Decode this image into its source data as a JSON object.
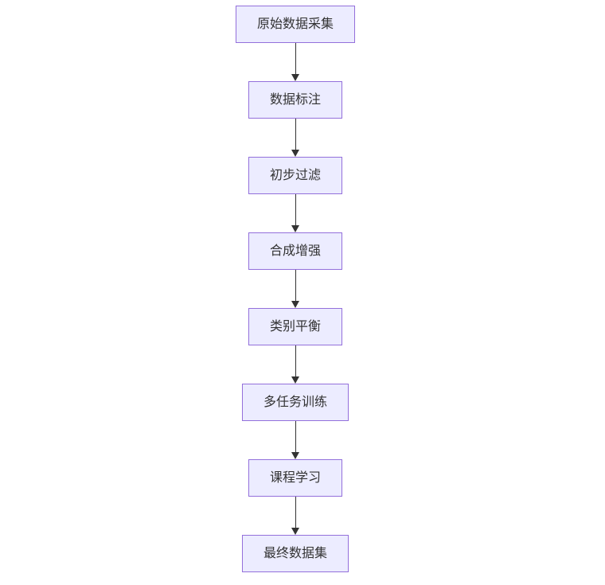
{
  "flowchart": {
    "type": "vertical-flow",
    "nodes": [
      {
        "label": "原始数据采集"
      },
      {
        "label": "数据标注"
      },
      {
        "label": "初步过滤"
      },
      {
        "label": "合成增强"
      },
      {
        "label": "类别平衡"
      },
      {
        "label": "多任务训练"
      },
      {
        "label": "课程学习"
      },
      {
        "label": "最终数据集"
      }
    ],
    "colors": {
      "node_fill": "#ECECFF",
      "node_border": "#9370DB",
      "node_text": "#333333",
      "arrow": "#333333",
      "background": "#FFFFFF"
    }
  }
}
